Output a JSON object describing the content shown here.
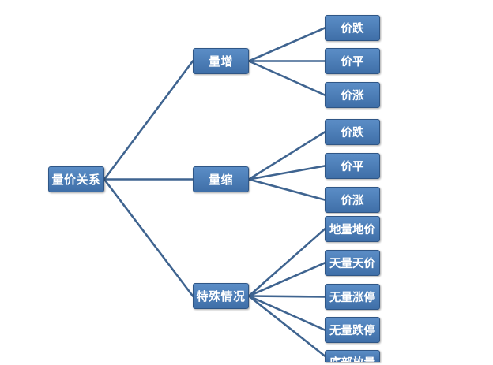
{
  "root": {
    "label": "量价关系"
  },
  "branches": [
    {
      "label": "量增",
      "children": [
        "价跌",
        "价平",
        "价涨"
      ]
    },
    {
      "label": "量缩",
      "children": [
        "价跌",
        "价平",
        "价涨"
      ]
    },
    {
      "label": "特殊情况",
      "children": [
        "地量地价",
        "天量天价",
        "无量涨停",
        "无量跌停",
        "底部放量"
      ]
    }
  ],
  "colors": {
    "node_fill": "#4f81bd",
    "connector": "#3f6490",
    "text": "#ffffff"
  }
}
